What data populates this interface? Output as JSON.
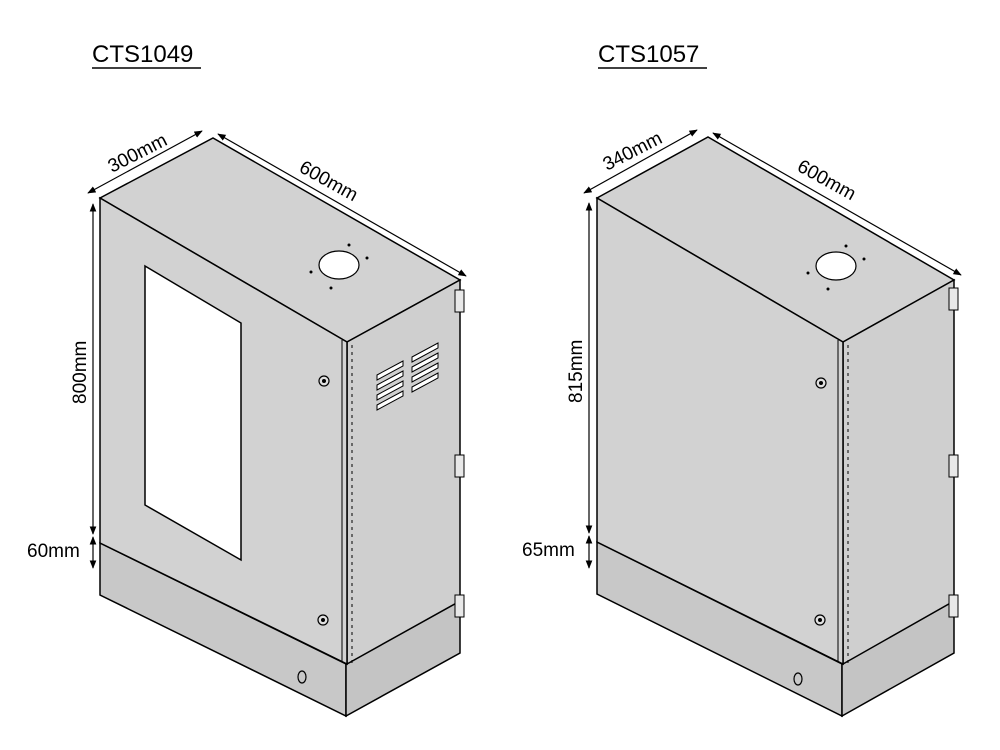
{
  "cabinets": [
    {
      "model": "CTS1049",
      "depth_label": "300mm",
      "width_label": "600mm",
      "height_label": "800mm",
      "plinth_label": "60mm",
      "has_window": true,
      "has_vents": true
    },
    {
      "model": "CTS1057",
      "depth_label": "340mm",
      "width_label": "600mm",
      "height_label": "815mm",
      "plinth_label": "65mm",
      "has_window": false,
      "has_vents": false
    }
  ],
  "colors": {
    "body": "#d2d2d2",
    "plinth": "#c8c8c8",
    "outline": "#000000",
    "window": "#ffffff"
  }
}
